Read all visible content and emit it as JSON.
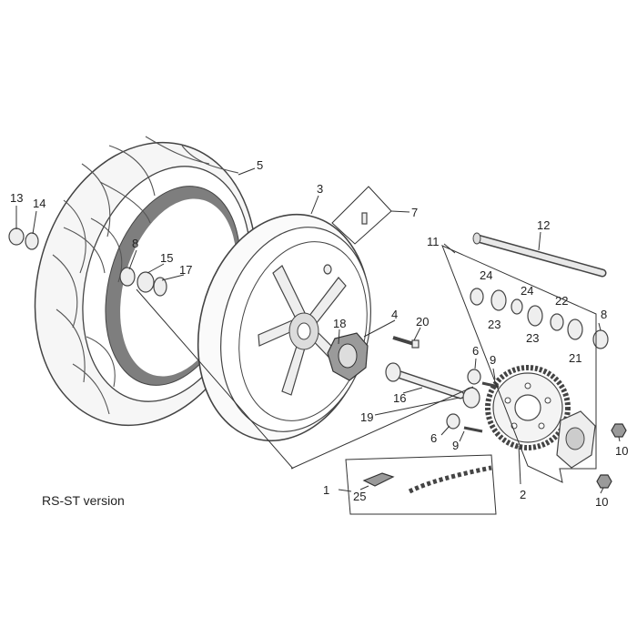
{
  "caption": "RS-ST version",
  "callouts": {
    "c1": "1",
    "c2": "2",
    "c3": "3",
    "c4": "4",
    "c5": "5",
    "c6a": "6",
    "c6b": "6",
    "c7": "7",
    "c8a": "8",
    "c8b": "8",
    "c9a": "9",
    "c9b": "9",
    "c10a": "10",
    "c10b": "10",
    "c11": "11",
    "c12": "12",
    "c13": "13",
    "c14": "14",
    "c15": "15",
    "c16": "16",
    "c17": "17",
    "c18": "18",
    "c19": "19",
    "c20": "20",
    "c21": "21",
    "c22": "22",
    "c23a": "23",
    "c23b": "23",
    "c24a": "24",
    "c24b": "24",
    "c25": "25"
  }
}
